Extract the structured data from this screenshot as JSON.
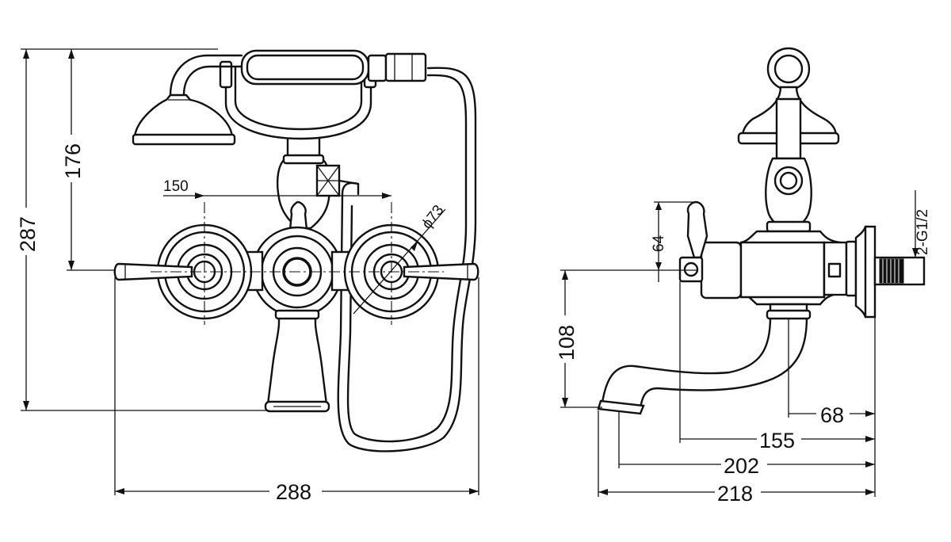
{
  "front_view": {
    "dimensions": {
      "total_height": "287",
      "handset_height": "176",
      "centres": "150",
      "flange_diameter": "ϕ73",
      "total_width": "288"
    }
  },
  "side_view": {
    "dimensions": {
      "lever_height": "64",
      "thread": "2-G1/2",
      "spout_height": "108",
      "spout_projection": "68",
      "projection_155": "155",
      "projection_202": "202",
      "projection_218": "218"
    }
  }
}
